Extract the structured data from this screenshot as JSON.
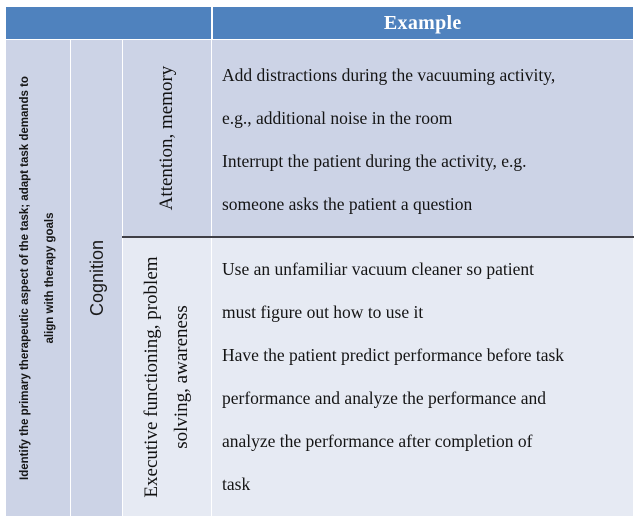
{
  "header": {
    "left_label": "",
    "example_label": "Example"
  },
  "columns": {
    "goal": "Identify the primary therapeutic aspect of the task; adapt task demands to align with therapy goals",
    "domain": "Cognition"
  },
  "rows": [
    {
      "subcategory": "Attention, memory",
      "example_lines": [
        "Add distractions during the vacuuming activity,",
        "e.g., additional noise in the room",
        "Interrupt the patient during the activity, e.g.",
        "someone asks the patient a question"
      ]
    },
    {
      "subcategory": "Executive functioning, problem solving, awareness",
      "example_lines": [
        "Use an unfamiliar vacuum cleaner so patient",
        "must figure out how to use it",
        "Have the patient predict performance before task",
        "performance and analyze the performance and",
        "analyze the performance after completion of",
        "task"
      ]
    }
  ],
  "colors": {
    "header_blue": "#4f82be",
    "band_dark": "#ccd3e6",
    "band_light": "#e6eaf3",
    "header_text": "#ffffff",
    "body_text": "#141414"
  }
}
